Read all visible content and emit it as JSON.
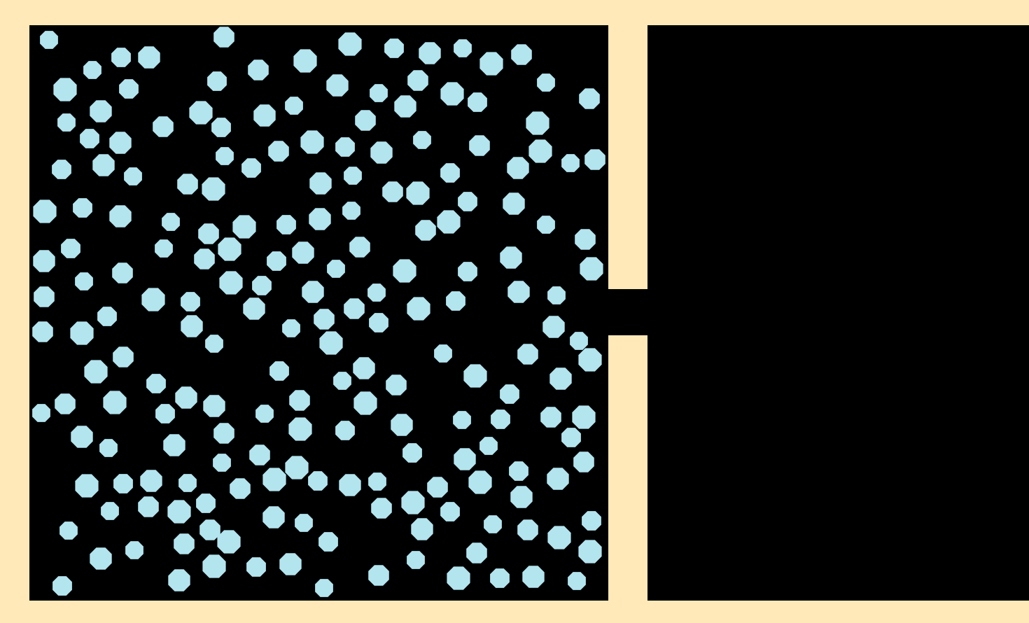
{
  "colors": {
    "wall": "#ffe9b8",
    "chamber": "#000000",
    "particle": "#b3e5ef"
  },
  "diagram": {
    "left_chamber": {
      "label": "",
      "state": "filled with gas particles"
    },
    "right_chamber": {
      "label": "",
      "state": "empty (vacuum)"
    },
    "opening": {
      "state": "open"
    },
    "particle_shape": "octagon"
  }
}
